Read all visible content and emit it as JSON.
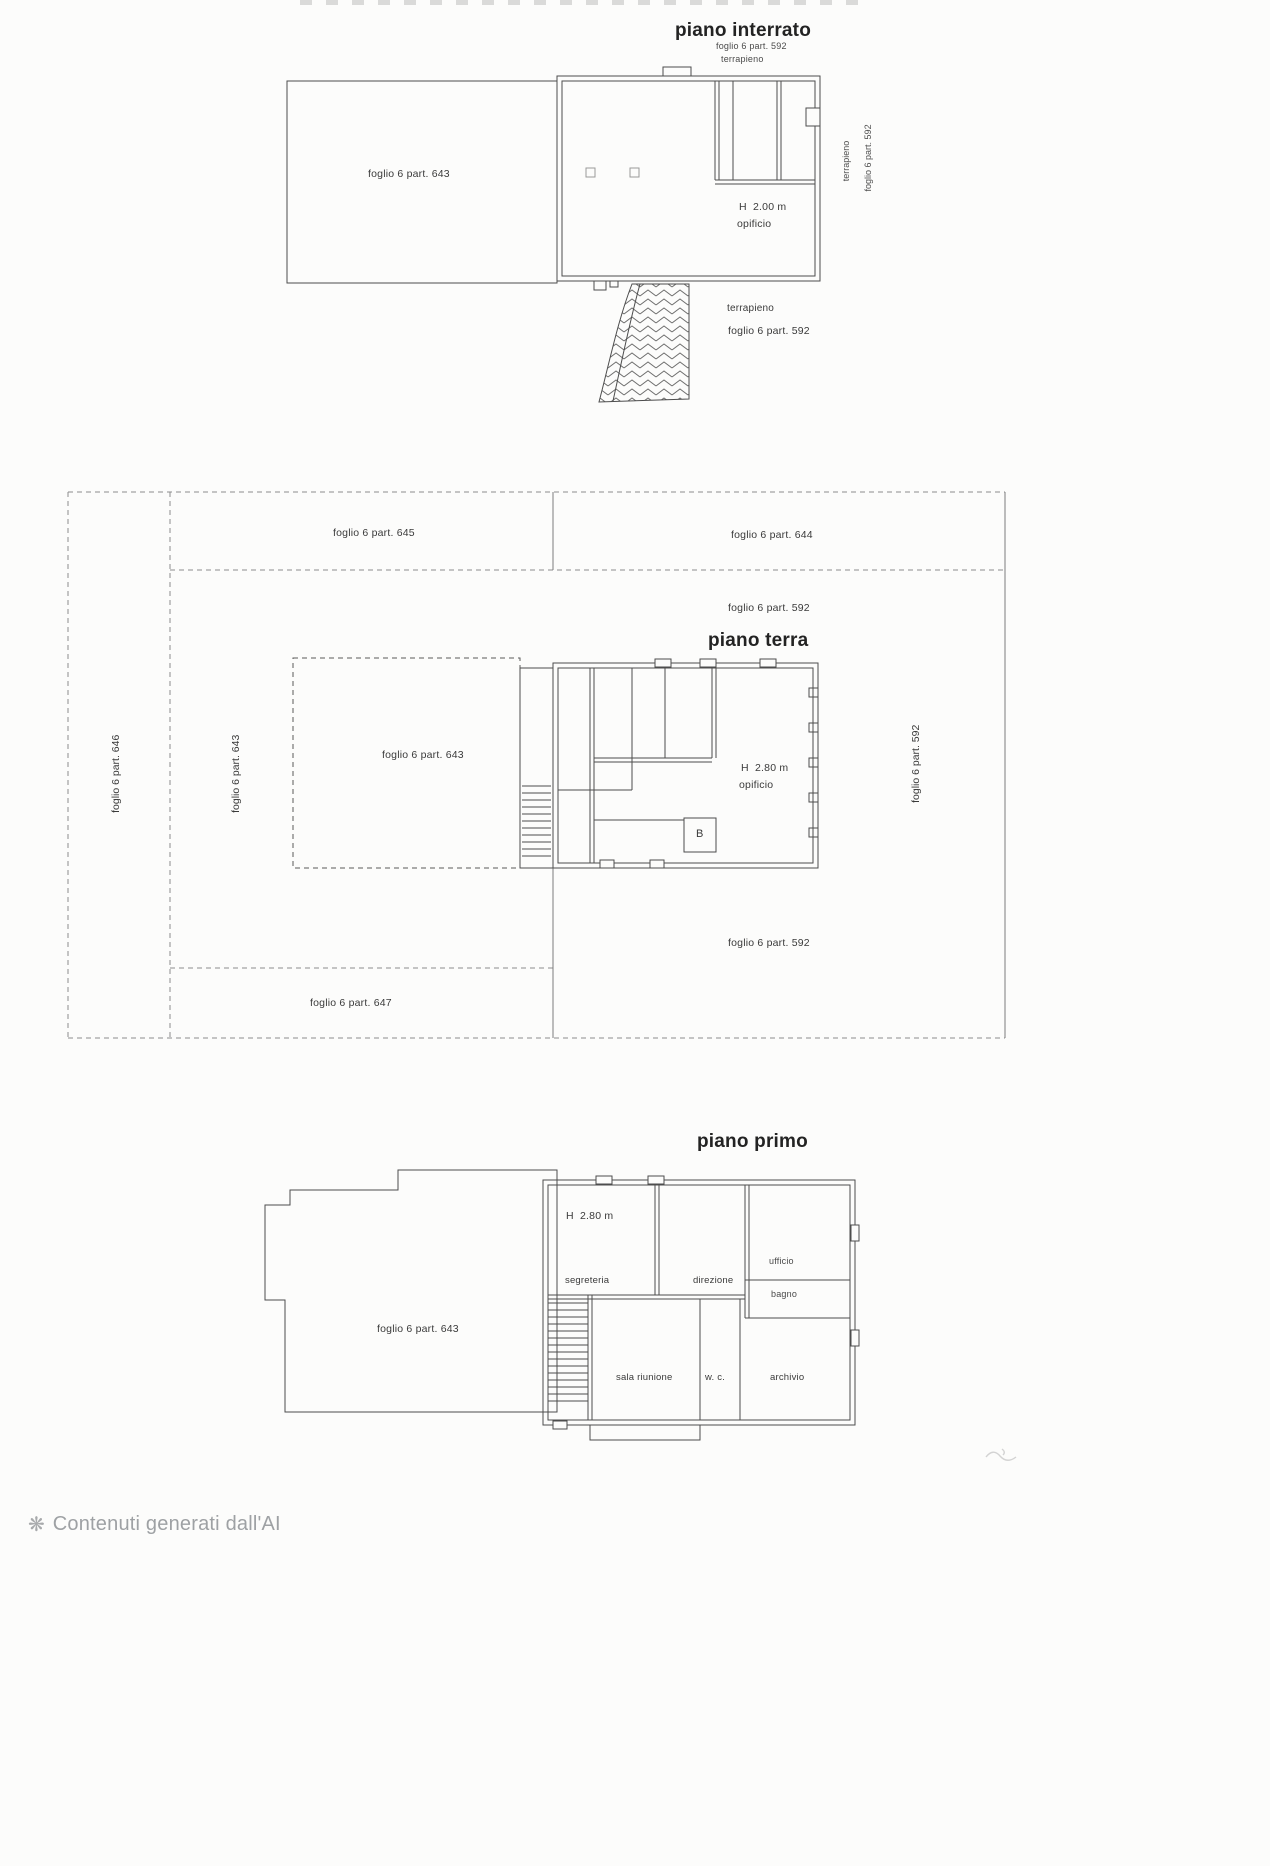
{
  "watermark": {
    "icon_glyph": "❋",
    "text": "Contenuti generati dall'AI"
  },
  "basement": {
    "title": "piano interrato",
    "subtitle_parcel": "foglio 6 part. 592",
    "subtitle_terrain": "terrapieno",
    "parcel_left": "foglio 6 part. 643",
    "height": "H  2.00 m",
    "use": "opificio",
    "side_terrain": "terrapieno",
    "side_parcel": "foglio 6 part. 592",
    "below_terrain": "terrapieno",
    "below_parcel": "foglio 6 part. 592"
  },
  "ground": {
    "title": "piano terra",
    "parcel_645": "foglio 6 part. 645",
    "parcel_644": "foglio 6 part. 644",
    "parcel_592_upper": "foglio 6 part. 592",
    "parcel_646_vertical": "foglio 6 part. 646",
    "parcel_643_vertical": "foglio 6 part. 643",
    "parcel_643_court": "foglio 6 part. 643",
    "parcel_592_right": "foglio 6 part. 592",
    "parcel_592_lower": "foglio 6 part. 592",
    "parcel_647": "foglio 6 part. 647",
    "height": "H  2.80 m",
    "use": "opificio",
    "room_b": "B"
  },
  "first": {
    "title": "piano primo",
    "height": "H  2.80 m",
    "parcel_643": "foglio 6 part. 643",
    "rooms": {
      "segreteria": "segreteria",
      "direzione": "direzione",
      "ufficio": "ufficio",
      "bagno": "bagno",
      "sala_riunione": "sala riunione",
      "wc": "w. c.",
      "archivio": "archivio"
    }
  }
}
